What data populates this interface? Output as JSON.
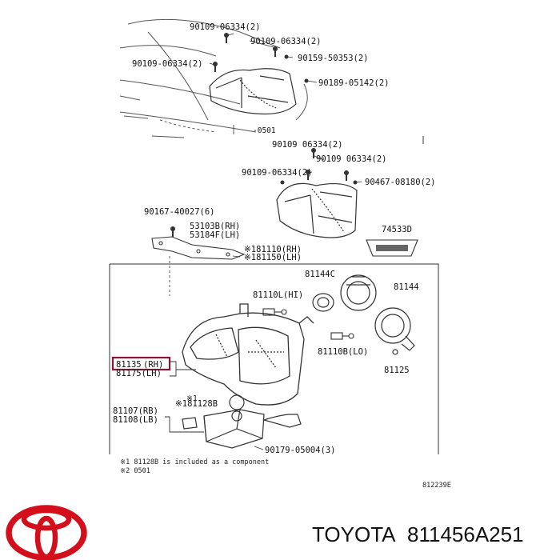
{
  "colors": {
    "line": "#333333",
    "highlight": "#8a1538",
    "logo": "#d30f1b",
    "text": "#111111"
  },
  "parts": {
    "top_fasteners": [
      "90109-06334(2)",
      "90109-06334(2)",
      "90159-50353(2)",
      "90109-06334(2)",
      "90189-05142(2)"
    ],
    "date_note": "-0501",
    "mid_fasteners": [
      "90109 06334(2)",
      "90109 06334(2)",
      "90109-06334(2)",
      "90467-08180(2)"
    ],
    "bracket": {
      "bolt": "90167-40027(6)",
      "rh": "53103B(RH)",
      "lh": "53184F(LH)"
    },
    "label_part": "74533D",
    "lamp": {
      "rh": "※181110(RH)",
      "lh": "※181150(LH)"
    },
    "bulbs": {
      "hi": "81110L(HI)",
      "cap_c": "81144C",
      "cap": "81144",
      "lo": "81110B(LO)",
      "cover": "81125"
    },
    "highlighted": {
      "number": "81135",
      "side": "(RH)"
    },
    "lh_unit": "81175(LH)",
    "ref_x1": "※1",
    "ballast": {
      "rh": "81107(RB)",
      "lh": "81108(LB)",
      "note": "※181128B"
    },
    "screw": "90179-05004(3)",
    "footnotes": [
      "※1 81128B is included as a component",
      "※2        0501"
    ],
    "figure_code": "812239E"
  },
  "footer": {
    "brand": "TOYOTA",
    "part_number": "811456A251"
  }
}
